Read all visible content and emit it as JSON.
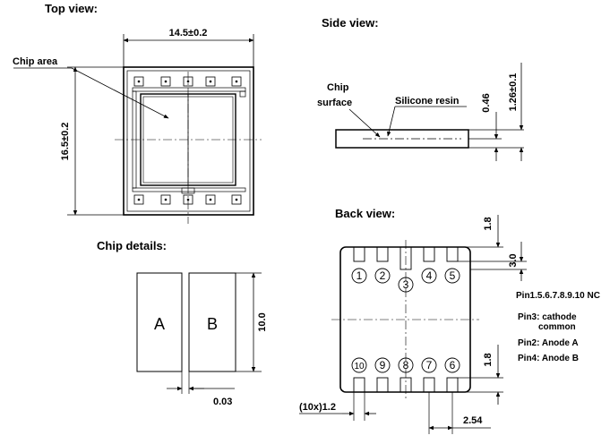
{
  "top_view": {
    "title": "Top view:",
    "width_dim": "14.5±0.2",
    "height_dim": "16.5±0.2",
    "chip_area_label": "Chip area"
  },
  "side_view": {
    "title": "Side view:",
    "chip_label_1": "Chip",
    "chip_label_2": "surface",
    "resin_label": "Silicone resin",
    "dim_046": "0.46",
    "dim_126": "1.26±0.1"
  },
  "chip_details": {
    "title": "Chip details:",
    "chip_a": "A",
    "chip_b": "B",
    "height_dim": "10.0",
    "gap_dim": "0.03"
  },
  "back_view": {
    "title": "Back view:",
    "dim_top_18": "1.8",
    "dim_30": "3.0",
    "dim_bot_18": "1.8",
    "pitch_dim": "(10x)1.2",
    "spacing_dim": "2.54",
    "pins_top": [
      "1",
      "2",
      "3",
      "4",
      "5"
    ],
    "pins_bottom": [
      "10",
      "9",
      "8",
      "7",
      "6"
    ]
  },
  "notes": {
    "nc": "Pin1.5.6.7.8.9.10 NC",
    "pin3_line1": "Pin3: cathode",
    "pin3_line2": "common",
    "pin2": "Pin2: Anode A",
    "pin4": "Pin4: Anode B"
  }
}
